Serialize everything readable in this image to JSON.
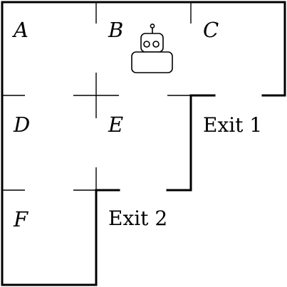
{
  "cells": [
    {
      "id": "A",
      "label": "A"
    },
    {
      "id": "B",
      "label": "B"
    },
    {
      "id": "C",
      "label": "C"
    },
    {
      "id": "D",
      "label": "D"
    },
    {
      "id": "E",
      "label": "E"
    },
    {
      "id": "F",
      "label": "F"
    }
  ],
  "exits": [
    {
      "id": "exit1",
      "label": "Exit 1"
    },
    {
      "id": "exit2",
      "label": "Exit 2"
    }
  ],
  "robot": {
    "location": "B",
    "icon": "robot-icon"
  },
  "colors": {
    "line": "#000000",
    "background": "#ffffff"
  }
}
